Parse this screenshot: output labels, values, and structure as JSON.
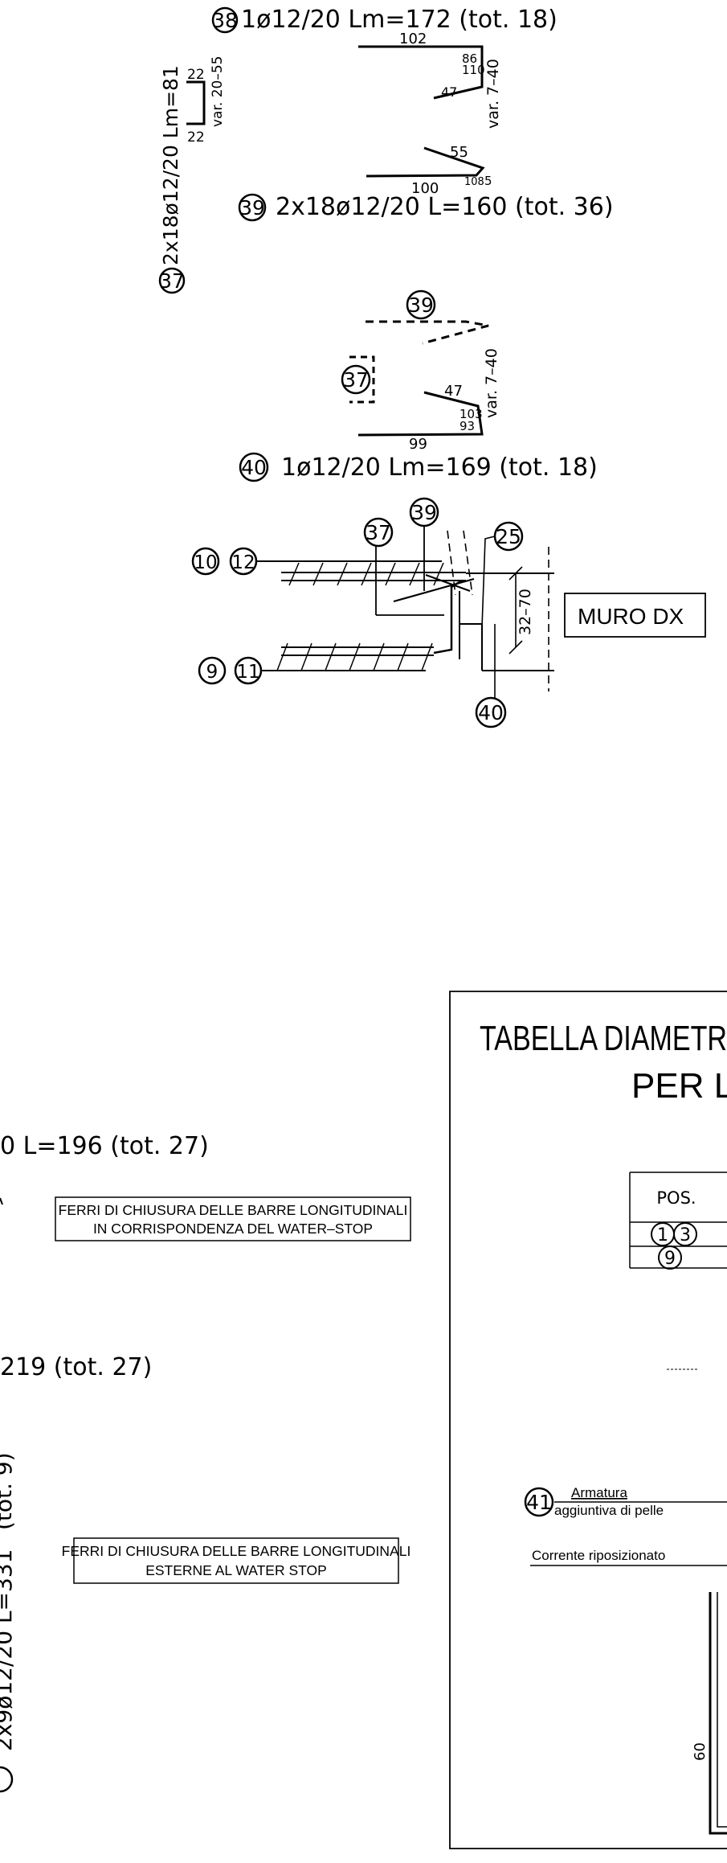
{
  "top_detail": {
    "b37_label": "2x18ø12/20  Lm=81",
    "b37_num": "37",
    "b37_d1": "22",
    "b37_d2": "22",
    "b37_var": "var. 20–55",
    "b38_num": "38",
    "b38_label": "1ø12/20  Lm=172  (tot. 18)",
    "b38_d102": "102",
    "b38_d86": "86",
    "b38_d110": "110",
    "b38_d47": "47",
    "b38_var": "var. 7–40",
    "b39_d55": "55",
    "b39_d100": "100",
    "b39_d108": "108",
    "b39_d5": "5",
    "b39_num": "39",
    "b39_label": "2x18ø12/20  L=160  (tot. 36)"
  },
  "mid_detail": {
    "n39": "39",
    "n37": "37",
    "d47": "47",
    "var": "var. 7–40",
    "d103": "103",
    "d93": "93",
    "d99": "99",
    "n40": "40",
    "b40_label": "1ø12/20  Lm=169  (tot. 18)"
  },
  "section": {
    "n10": "10",
    "n12": "12",
    "n37": "37",
    "n39": "39",
    "n25": "25",
    "n9": "9",
    "n11": "11",
    "n40": "40",
    "dim": "32–70",
    "wall_label": "MURO DX"
  },
  "lower_left": {
    "frag1": "0  L=196  (tot. 27)",
    "note1_line1": "FERRI DI CHIUSURA DELLE BARRE LONGITUDINALI",
    "note1_line2": "IN CORRISPONDENZA DEL WATER–STOP",
    "frag2": "219  (tot. 27)",
    "frag_rot_a": "(tot. 9)",
    "frag_rot_b": "2x9ø12/20  L=331",
    "note2_line1": "FERRI DI CHIUSURA DELLE BARRE LONGITUDINALI",
    "note2_line2": "ESTERNE AL WATER STOP"
  },
  "table_panel": {
    "title_line1": "TABELLA  DIAMETR",
    "title_line2": "PER  LE",
    "col_pos": "POS.",
    "row1_a": "1",
    "row1_b": "3",
    "row2": "9",
    "n41": "41",
    "armatura": "Armatura",
    "aggiuntiva": "aggiuntiva di pelle",
    "corrente": "Corrente riposizionato",
    "dim60": "60"
  }
}
